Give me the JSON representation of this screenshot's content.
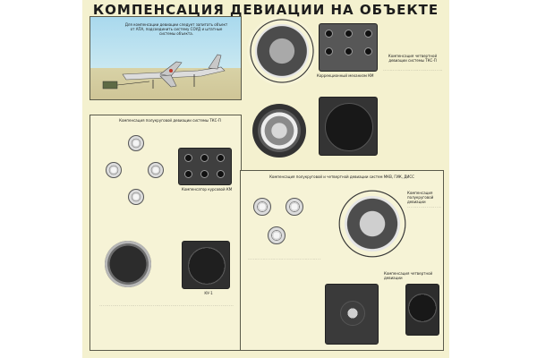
{
  "header": {
    "title": "КОМПЕНСАЦИЯ ДЕВИАЦИИ НА ОБЪЕКТЕ"
  },
  "intro_text": "Для компенсации девиации следует запитать объект от АПА, подсоединить систему СОУД и штатные системы объекта.",
  "sections": {
    "tks": "Компенсация полукруговой девиации системы ТКС-П",
    "tks_quarter": "Компенсация четвертной девиации системы ТКС-П",
    "msg": "Компенсация полукруговой и четвертной девиации систем МКВ, ГИК, ДИСС",
    "msg_semi": "Компенсация полукруговой девиации",
    "msg_quarter": "Компенсация четвертной девиации"
  },
  "component_labels": {
    "kk": "Компенсатор курсовой КМ",
    "kr": "Коррекционный механизм КМ",
    "ku": "КУ-1"
  },
  "colors": {
    "poster_bg": "#f4f1cf",
    "instrument": "#3f3f3f",
    "sky": "#a9d9ee",
    "ground": "#cfc597"
  }
}
